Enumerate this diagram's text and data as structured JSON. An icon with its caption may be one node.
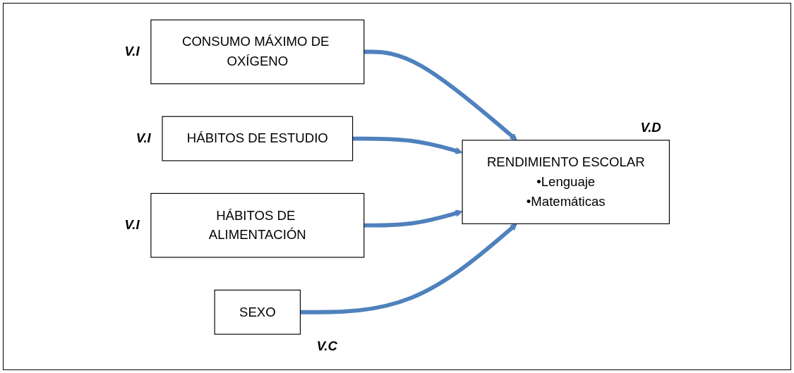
{
  "diagram": {
    "nodes": [
      {
        "text": [
          "CONSUMO MÁXIMO DE OXÍGENO"
        ],
        "beside": [
          "V.I"
        ]
      },
      {
        "text": [
          "HÁBITOS DE ESTUDIO"
        ],
        "beside": [
          "V.I"
        ]
      },
      {
        "text": [
          "HÁBITOS DE ALIMENTACIÓN"
        ],
        "beside": [
          "V.I"
        ]
      },
      {
        "text": [
          "RENDIMIENTO ESCOLAR",
          "•Lenguaje",
          "•Matemáticas"
        ],
        "beside": [
          "V.D"
        ]
      },
      {
        "text": [
          "SEXO"
        ],
        "beside": [
          "V.C"
        ]
      }
    ],
    "edges": [
      {
        "from": 0,
        "to": 3,
        "arrow": "to"
      },
      {
        "from": 1,
        "to": 3,
        "arrow": "to"
      },
      {
        "from": 2,
        "to": 3,
        "arrow": "to"
      },
      {
        "from": 4,
        "to": 3,
        "arrow": "to"
      }
    ]
  }
}
